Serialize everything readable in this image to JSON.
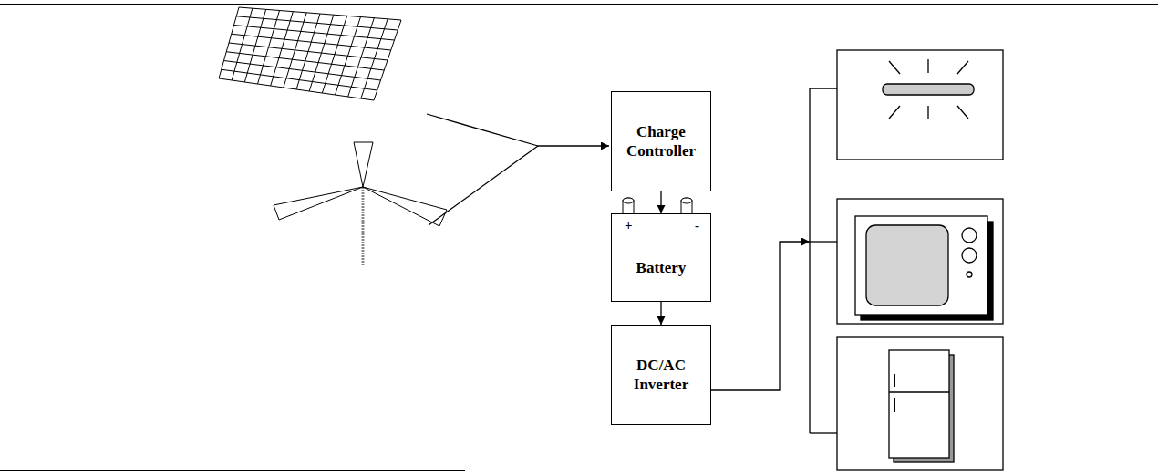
{
  "diagram": {
    "nodes": [
      {
        "text": [
          "Charge Controller"
        ]
      },
      {
        "text": [
          "+",
          "-",
          "Battery"
        ]
      },
      {
        "text": [
          "DC/AC Inverter"
        ]
      }
    ],
    "edges": [
      {
        "from": 0,
        "to": 1,
        "arrow": "to"
      },
      {
        "from": 1,
        "to": 2,
        "arrow": "to"
      }
    ]
  }
}
